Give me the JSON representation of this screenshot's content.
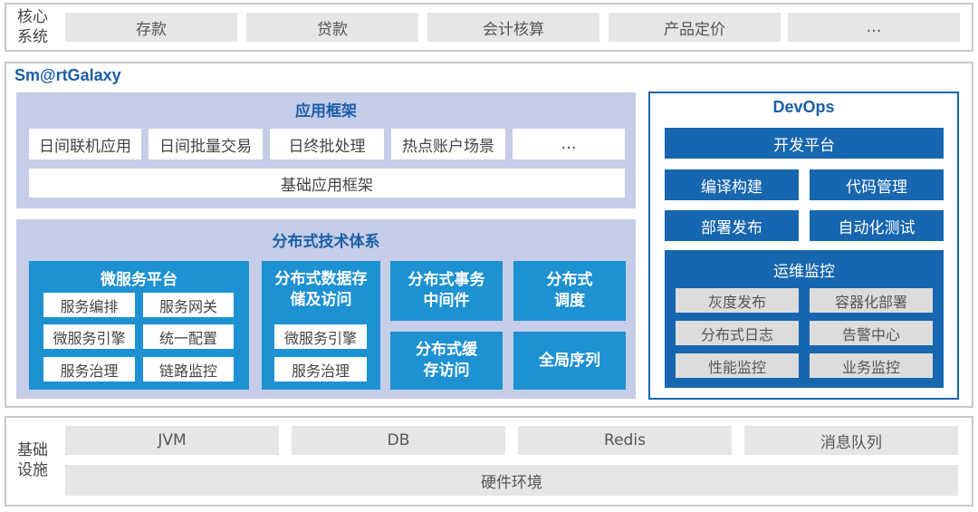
{
  "core": {
    "label": "核心系统",
    "items": [
      "存款",
      "贷款",
      "会计核算",
      "产品定价",
      "…"
    ]
  },
  "platform": {
    "name": "Sm@rtGalaxy",
    "app_framework": {
      "title": "应用框架",
      "items": [
        "日间联机应用",
        "日间批量交易",
        "日终批处理",
        "热点账户场景",
        "…"
      ],
      "base": "基础应用框架"
    },
    "distributed": {
      "title": "分布式技术体系",
      "microservice": {
        "title": "微服务平台",
        "items": [
          "服务编排",
          "服务网关",
          "微服务引擎",
          "统一配置",
          "服务治理",
          "链路监控"
        ]
      },
      "storage": {
        "title": "分布式数据存储及访问",
        "items": [
          "微服务引擎",
          "服务治理"
        ]
      },
      "transaction": "分布式事务中间件",
      "scheduling": "分布式调度",
      "cache": "分布式缓存访问",
      "sequence": "全局序列"
    },
    "devops": {
      "title": "DevOps",
      "dev_platform": "开发平台",
      "build": "编译构建",
      "code": "代码管理",
      "deploy": "部署发布",
      "autotest": "自动化测试",
      "ops": {
        "title": "运维监控",
        "items": [
          "灰度发布",
          "容器化部署",
          "分布式日志",
          "告警中心",
          "性能监控",
          "业务监控"
        ]
      }
    }
  },
  "infra": {
    "label": "基础设施",
    "items": [
      "JVM",
      "DB",
      "Redis",
      "消息队列"
    ],
    "hardware": "硬件环境"
  },
  "colors": {
    "brand": "#1a5ea6",
    "lavender": "#c5cde9",
    "tile_blue": "#1d91d2",
    "devops_blue": "#1766b0",
    "gray": "#e6e6e6"
  }
}
